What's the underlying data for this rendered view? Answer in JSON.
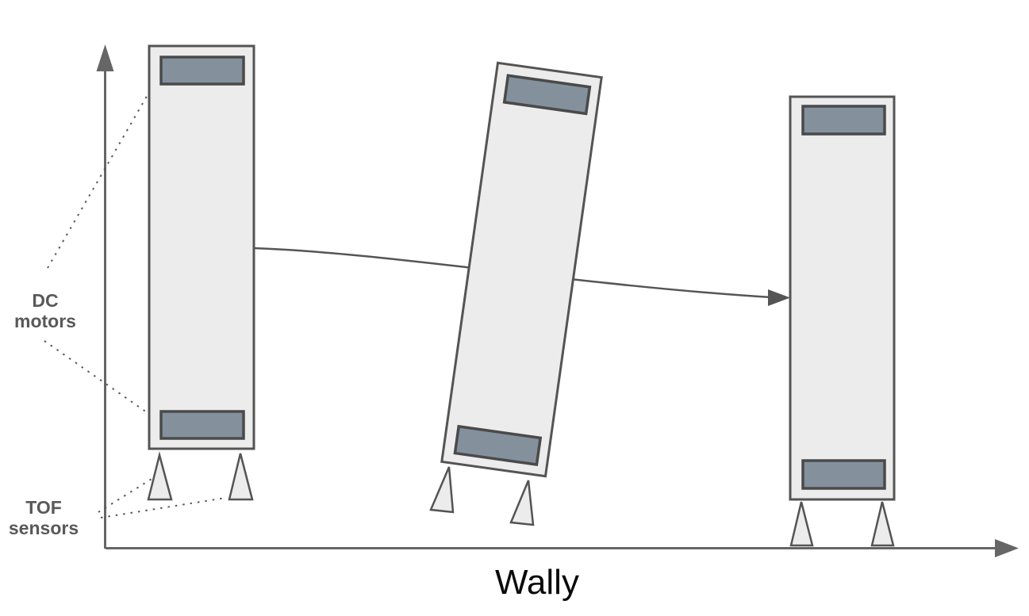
{
  "diagram": {
    "title": "Wally",
    "callouts": {
      "dc_motors": "DC\nmotors",
      "tof_sensors": "TOF\nsensors"
    }
  },
  "colors": {
    "robot_body_fill": "#ececec",
    "robot_body_stroke": "#545454",
    "motor_fill": "#84919d",
    "motor_stroke": "#4a4a4a",
    "sensor_fill": "#ececec",
    "sensor_stroke": "#545454",
    "axis_stroke": "#666666",
    "trajectory_stroke": "#555555",
    "callout_line_stroke": "#595959",
    "label_text": "#595959",
    "title_text": "#0a0a0a"
  }
}
